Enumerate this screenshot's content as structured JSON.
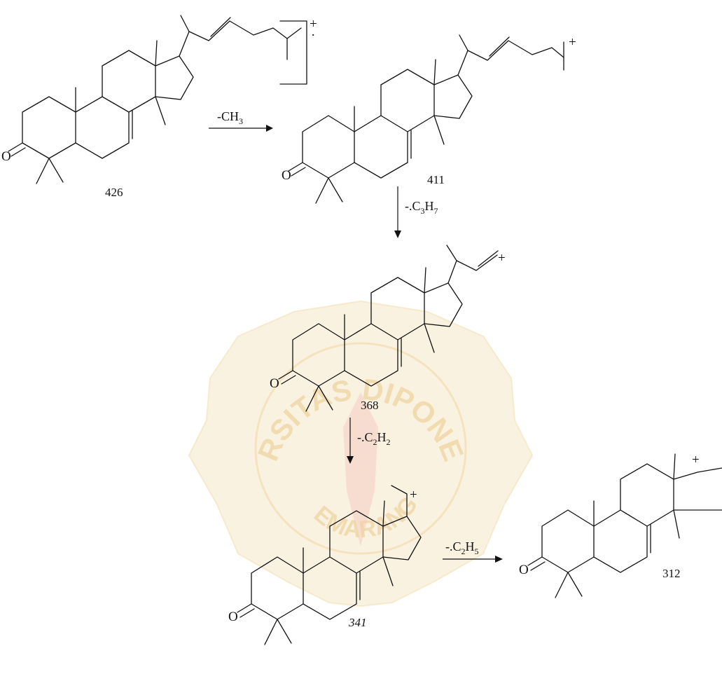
{
  "colors": {
    "ink": "#111111",
    "watermark_fill": "#f7e8c8",
    "watermark_stroke": "#f0d9a6",
    "watermark_text": "#efd4a0",
    "watermark_red": "#f3c4bc"
  },
  "watermark": {
    "top_text": "UNIVERSITAS DIPONEGORO",
    "bottom_text": "SEMARANG"
  },
  "atoms": {
    "oxygen": "O",
    "plus": "+",
    "radical_dot": "·"
  },
  "compounds": [
    {
      "id": "c426",
      "mz_label": "426",
      "mz": 426
    },
    {
      "id": "c411",
      "mz_label": "411",
      "mz": 411
    },
    {
      "id": "c368",
      "mz_label": "368",
      "mz": 368
    },
    {
      "id": "c341",
      "mz_label": "341",
      "mz": 341
    },
    {
      "id": "c312",
      "mz_label": "312",
      "mz": 312
    }
  ],
  "steps": [
    {
      "from": "426",
      "to": "411",
      "prefix": "-CH",
      "sub": "3",
      "suffix": ""
    },
    {
      "from": "411",
      "to": "368",
      "prefix": "-.C",
      "sub": "3",
      "mid": "H",
      "sub2": "7"
    },
    {
      "from": "368",
      "to": "341",
      "prefix": "-.C",
      "sub": "2",
      "mid": "H",
      "sub2": "2"
    },
    {
      "from": "341",
      "to": "312",
      "prefix": "-.C",
      "sub": "2",
      "mid": "H",
      "sub2": "5"
    }
  ]
}
